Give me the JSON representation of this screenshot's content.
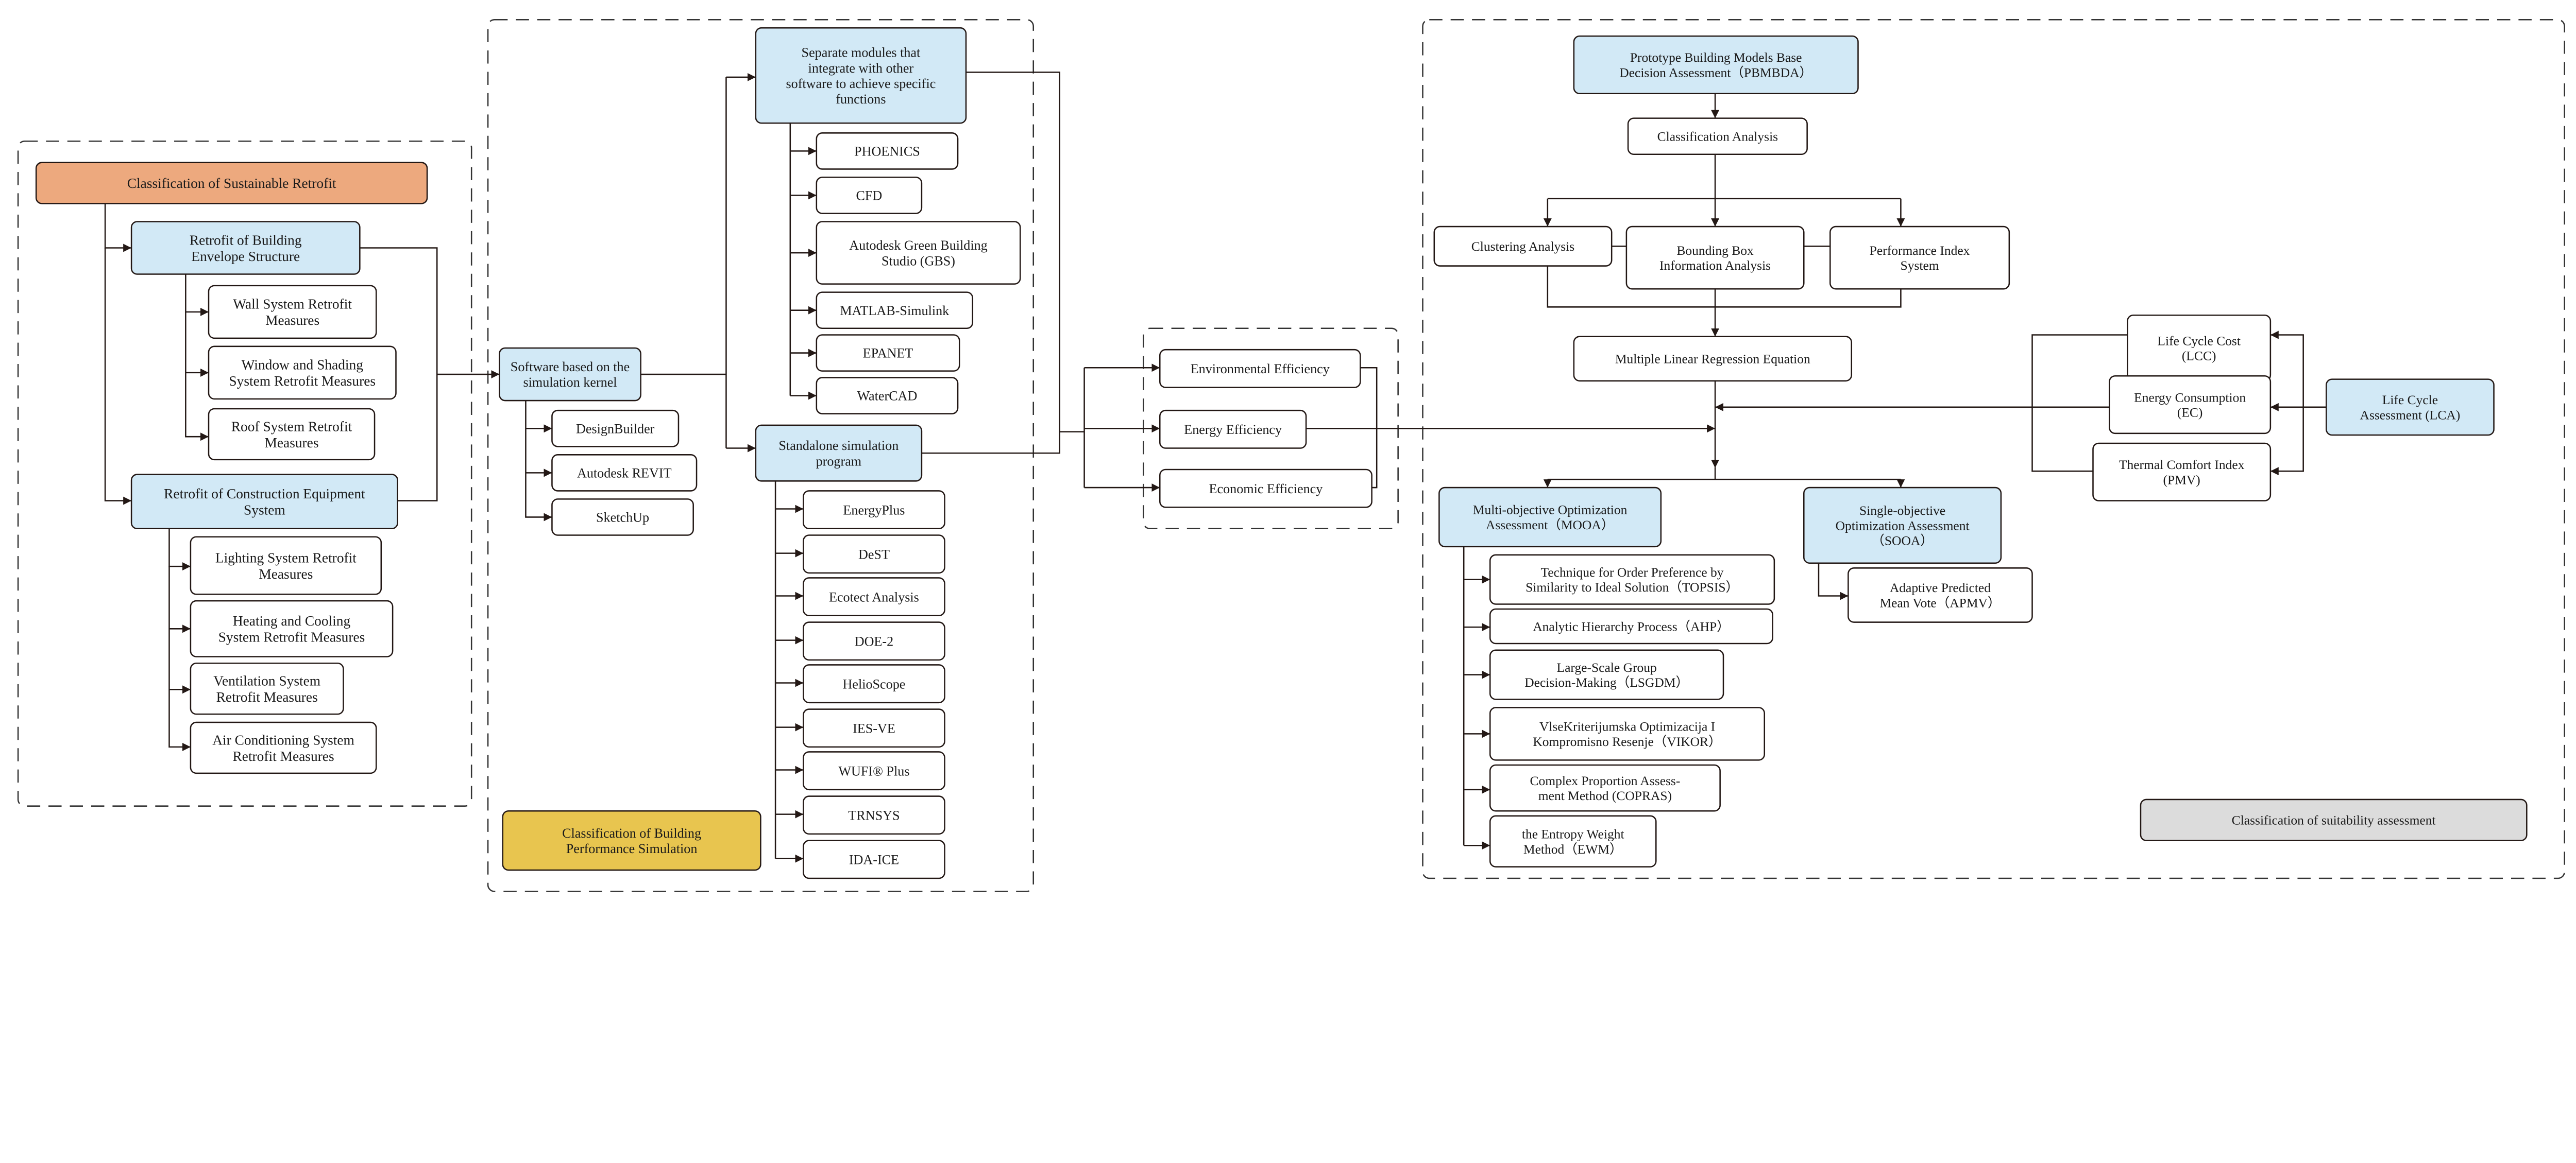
{
  "colors": {
    "orange": "#EDA97E",
    "blue": "#D2E9F6",
    "yellow": "#E8C54F",
    "gray": "#DCDCDC",
    "white": "#FFFFFF",
    "stroke": "#231815"
  },
  "boxes": {
    "sustainable_retrofit": [
      "Classification of Sustainable Retrofit"
    ],
    "envelope": [
      "Retrofit of Building",
      "Envelope Structure"
    ],
    "wall": [
      "Wall System Retrofit",
      "Measures"
    ],
    "window": [
      "Window and Shading",
      "System Retrofit Measures"
    ],
    "roof": [
      "Roof System Retrofit",
      "Measures"
    ],
    "equipment": [
      "Retrofit of Construction Equipment",
      "System"
    ],
    "lighting": [
      "Lighting System Retrofit",
      "Measures"
    ],
    "heating": [
      "Heating and Cooling",
      "System Retrofit Measures"
    ],
    "ventilation": [
      "Ventilation System",
      "Retrofit Measures"
    ],
    "aircon": [
      "Air Conditioning System",
      "Retrofit Measures"
    ],
    "software_kernel": [
      "Software based on the",
      "simulation kernel"
    ],
    "designbuilder": [
      "DesignBuilder"
    ],
    "revit": [
      "Autodesk REVIT"
    ],
    "sketchup": [
      "SketchUp"
    ],
    "separate_modules": [
      "Separate modules that",
      "integrate with other",
      "software to achieve specific",
      "functions"
    ],
    "phoenics": [
      "PHOENICS"
    ],
    "cfd": [
      "CFD"
    ],
    "gbs": [
      "Autodesk Green Building",
      "Studio (GBS)"
    ],
    "matlab": [
      "MATLAB-Simulink"
    ],
    "epanet": [
      "EPANET"
    ],
    "watercad": [
      "WaterCAD"
    ],
    "standalone": [
      "Standalone simulation",
      "program"
    ],
    "energyplus": [
      "EnergyPlus"
    ],
    "dest": [
      "DeST"
    ],
    "ecotect": [
      "Ecotect Analysis"
    ],
    "doe2": [
      "DOE-2"
    ],
    "helioscope": [
      "HelioScope"
    ],
    "iesve": [
      "IES-VE"
    ],
    "wufi": [
      "WUFI® Plus"
    ],
    "trnsys": [
      "TRNSYS"
    ],
    "idaice": [
      "IDA-ICE"
    ],
    "bps_class": [
      "Classification of Building",
      "Performance Simulation"
    ],
    "env_eff": [
      "Environmental Efficiency"
    ],
    "energy_eff": [
      "Energy Efficiency"
    ],
    "econ_eff": [
      "Economic Efficiency"
    ],
    "pbmbda": [
      "Prototype Building Models Base",
      "Decision Assessment（PBMBDA）"
    ],
    "class_analysis": [
      "Classification Analysis"
    ],
    "clustering": [
      "Clustering Analysis"
    ],
    "bounding": [
      "Bounding Box",
      "Information Analysis"
    ],
    "perf_index": [
      "Performance Index",
      "System"
    ],
    "mlr": [
      "Multiple Linear Regression Equation"
    ],
    "lcc": [
      "Life Cycle Cost",
      "(LCC)"
    ],
    "ec": [
      "Energy Consumption",
      "(EC)"
    ],
    "pmv": [
      "Thermal Comfort Index",
      "(PMV)"
    ],
    "lca": [
      "Life Cycle",
      "Assessment (LCA)"
    ],
    "mooa": [
      "Multi-objective Optimization",
      "Assessment（MOOA）"
    ],
    "sooa": [
      "Single-objective",
      "Optimization Assessment",
      "（SOOA）"
    ],
    "topsis": [
      "Technique for Order Preference by",
      "Similarity to Ideal Solution（TOPSIS）"
    ],
    "ahp": [
      "Analytic Hierarchy Process（AHP）"
    ],
    "lsgdm": [
      "Large-Scale Group",
      "Decision-Making（LSGDM）"
    ],
    "vikor": [
      "VlseKriterijumska Optimizacija I",
      "Kompromisno Resenje（VIKOR）"
    ],
    "copras": [
      "Complex Proportion Assess-",
      "ment Method (COPRAS)"
    ],
    "ewm": [
      "the Entropy Weight",
      "Method（EWM）"
    ],
    "apmv": [
      "Adaptive Predicted",
      "Mean Vote（APMV）"
    ],
    "suitability_class": [
      "Classification of suitability assessment"
    ]
  }
}
